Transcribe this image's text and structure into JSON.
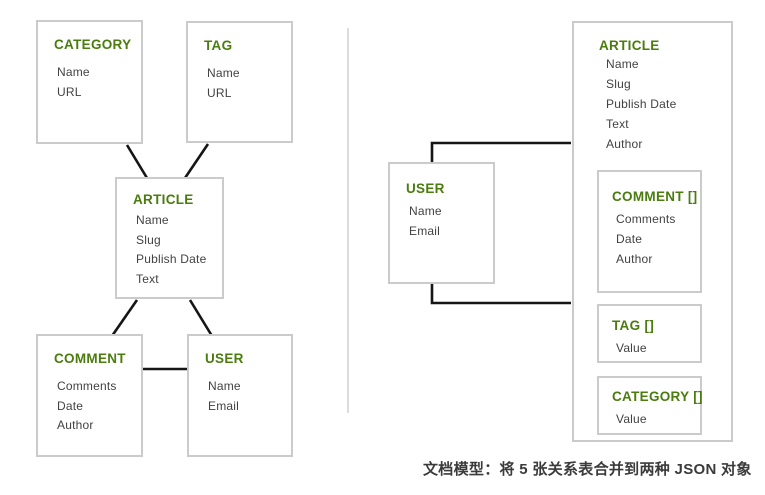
{
  "left_panel": {
    "category": {
      "title": "CATEGORY",
      "fields": [
        "Name",
        "URL"
      ]
    },
    "tag": {
      "title": "TAG",
      "fields": [
        "Name",
        "URL"
      ]
    },
    "article": {
      "title": "ARTICLE",
      "fields": [
        "Name",
        "Slug",
        "Publish Date",
        "Text"
      ]
    },
    "comment": {
      "title": "COMMENT",
      "fields": [
        "Comments",
        "Date",
        "Author"
      ]
    },
    "user": {
      "title": "USER",
      "fields": [
        "Name",
        "Email"
      ]
    }
  },
  "right_panel": {
    "user": {
      "title": "USER",
      "fields": [
        "Name",
        "Email"
      ]
    },
    "article": {
      "title": "ARTICLE",
      "fields": [
        "Name",
        "Slug",
        "Publish Date",
        "Text",
        "Author"
      ]
    },
    "nested_comment": {
      "title": "COMMENT []",
      "fields": [
        "Comments",
        "Date",
        "Author"
      ]
    },
    "nested_tag": {
      "title": "TAG []",
      "fields": [
        "Value"
      ]
    },
    "nested_category": {
      "title": "CATEGORY []",
      "fields": [
        "Value"
      ]
    }
  },
  "caption": "文档模型：将 5 张关系表合并到两种 JSON 对象",
  "colors": {
    "title_green": "#4a7c0e",
    "field_text": "#424242",
    "box_border": "#cbcbcb",
    "connector": "#151515",
    "divider": "#dcdcdc",
    "background": "#ffffff"
  }
}
